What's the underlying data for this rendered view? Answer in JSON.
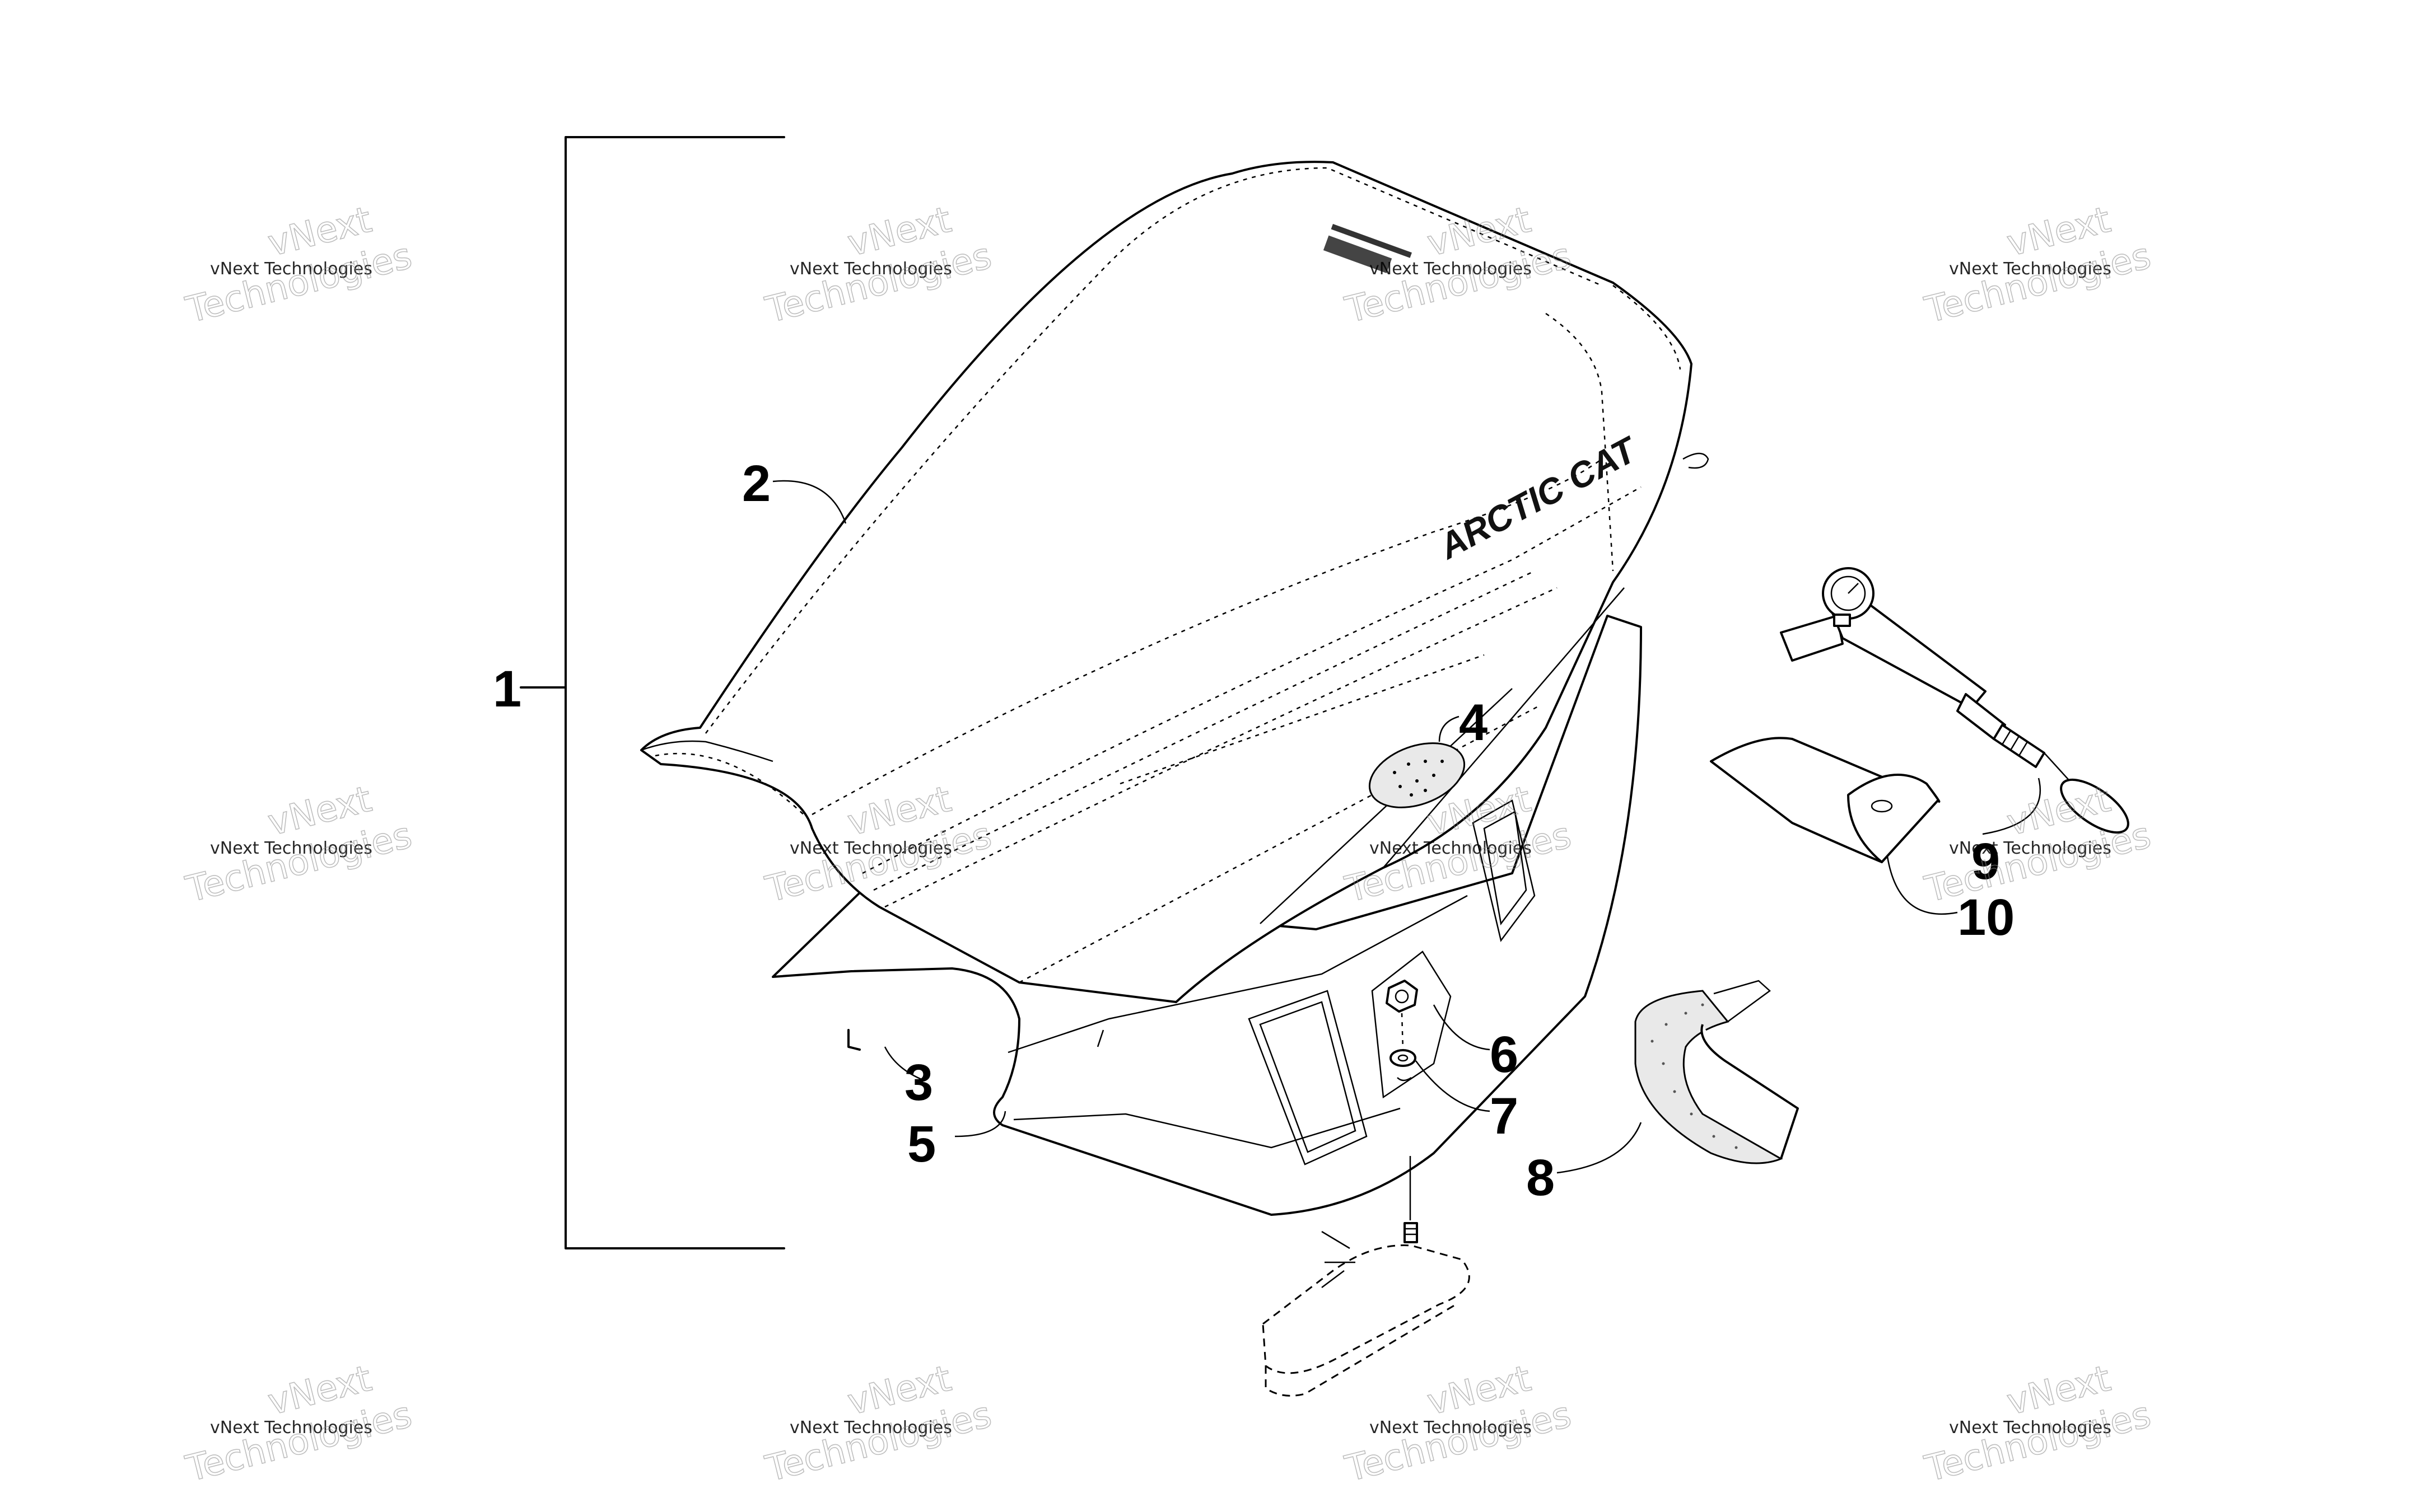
{
  "callouts": {
    "c1": "1",
    "c2": "2",
    "c3": "3",
    "c4": "4",
    "c5": "5",
    "c6": "6",
    "c7": "7",
    "c8": "8",
    "c9": "9",
    "c10": "10"
  },
  "logo": {
    "text": "ARCTIC CAT"
  },
  "watermark": {
    "small": "vNext Technologies",
    "big_line1": "vNext",
    "big_line2": "Technologies"
  }
}
